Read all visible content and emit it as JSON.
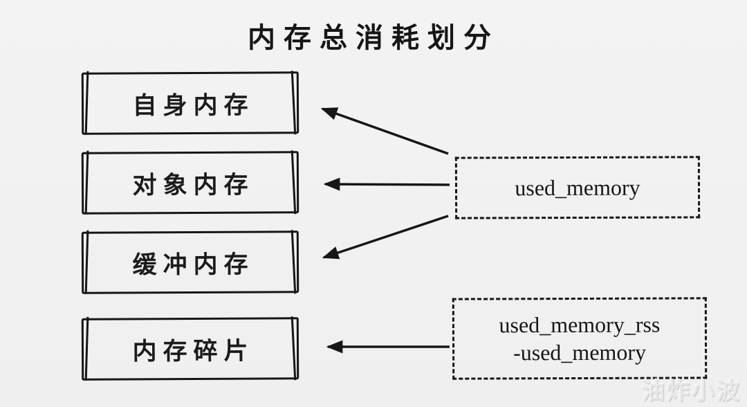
{
  "title": "内存总消耗划分",
  "left_boxes": [
    {
      "id": "self",
      "label": "自身内存"
    },
    {
      "id": "object",
      "label": "对象内存"
    },
    {
      "id": "buffer",
      "label": "缓冲内存"
    },
    {
      "id": "frag",
      "label": "内存碎片"
    }
  ],
  "right_boxes": [
    {
      "id": "used_memory",
      "lines": [
        "used_memory"
      ]
    },
    {
      "id": "used_memory_rss_minus",
      "lines": [
        "used_memory_rss",
        "-used_memory"
      ]
    }
  ],
  "arrows": [
    {
      "from": "used_memory",
      "to": "自身内存"
    },
    {
      "from": "used_memory",
      "to": "对象内存"
    },
    {
      "from": "used_memory",
      "to": "缓冲内存"
    },
    {
      "from": "used_memory_rss -used_memory",
      "to": "内存碎片"
    }
  ],
  "watermark": "油炸小波",
  "colors": {
    "ink": "#161616",
    "background": "#f1f1f1",
    "watermark": "#e9e9e9"
  }
}
